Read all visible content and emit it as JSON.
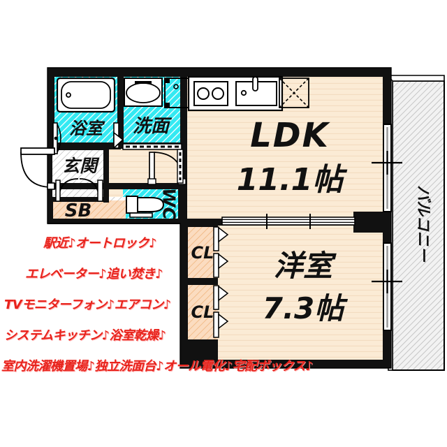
{
  "plan": {
    "title": "apartment-floor-plan",
    "rooms": [
      {
        "id": "ldk",
        "label": "LDK",
        "size_label": "11.1帖",
        "size_value": 11.1,
        "unit": "帖",
        "floor_color": "#FBEBD5"
      },
      {
        "id": "bedroom",
        "label": "洋室",
        "size_label": "7.3帖",
        "size_value": 7.3,
        "unit": "帖",
        "floor_color": "#FBEBD5"
      },
      {
        "id": "bathroom",
        "label": "浴室",
        "floor_color": "#33E9F2"
      },
      {
        "id": "washroom",
        "label": "洗面",
        "floor_color": "#33E9F2"
      },
      {
        "id": "toilet",
        "label": "WC",
        "floor_color": "#33E9F2"
      },
      {
        "id": "entrance",
        "label": "玄関",
        "floor_color": "#FFFFFF"
      },
      {
        "id": "shoebox",
        "label": "SB",
        "floor_color": "#F9D9B8"
      },
      {
        "id": "closet-upper",
        "label": "CL",
        "floor_color": "#F9D3B2"
      },
      {
        "id": "closet-lower",
        "label": "CL",
        "floor_color": "#F9D3B2"
      },
      {
        "id": "balcony",
        "label": "バルコニー",
        "floor_color": "#E8E8E8"
      }
    ],
    "fixtures": [
      {
        "id": "bathtub",
        "name": "bathtub-icon"
      },
      {
        "id": "vanity-sink",
        "name": "vanity-sink-icon"
      },
      {
        "id": "washer-space",
        "name": "washing-machine-space-icon"
      },
      {
        "id": "stove",
        "name": "two-burner-stove-icon"
      },
      {
        "id": "kitchen-sink",
        "name": "kitchen-sink-icon"
      },
      {
        "id": "fridge-space",
        "name": "refrigerator-space-icon"
      },
      {
        "id": "toilet-bowl",
        "name": "toilet-icon"
      }
    ],
    "colors": {
      "wall": "#111111",
      "floor": "#FBEBD5",
      "wet_area": "#33E9F2",
      "closet": "#F9D3B2",
      "shoebox": "#F9D9B8",
      "balcony": "#EDEDED",
      "feature_text": "#E8231C",
      "outline": "#000000"
    }
  },
  "features": {
    "lines": [
      "駅近♪オートロック♪",
      "エレベーター♪追い焚き♪",
      "TVモニターフォン♪エアコン♪",
      "システムキッチン♪浴室乾燥♪",
      "室内洗濯機置場♪独立洗面台♪オール電化♪宅配ボックス♪"
    ]
  }
}
